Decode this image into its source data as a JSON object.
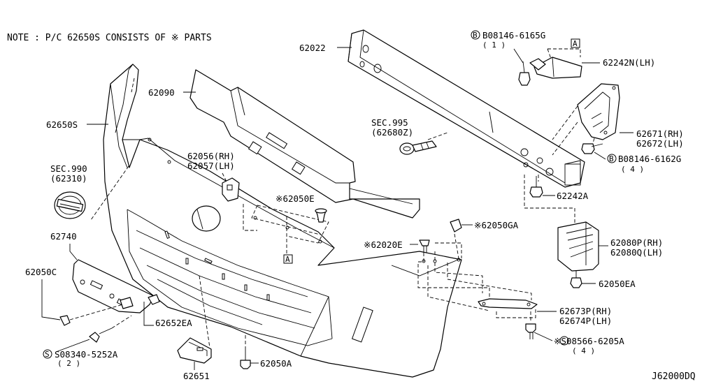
{
  "note": "NOTE : P/C 62650S CONSISTS OF  ※ PARTS",
  "diagram_code": "J62000DQ",
  "ref_marker": "A",
  "labels": {
    "p62022": "62022",
    "p08146_6165g": "B08146-6165G",
    "p08146_6165g_qty": "( 1 )",
    "p62242n": "62242N(LH)",
    "p62090": "62090",
    "p62650s": "62650S",
    "sec995": "SEC.995",
    "sec995_part": "(62680Z)",
    "p62671": "62671(RH)",
    "p62672": "62672(LH)",
    "p08146_6162g": "B08146-6162G",
    "p08146_6162g_qty": "( 4 )",
    "sec990": "SEC.990",
    "sec990_part": "(62310)",
    "p62056": "62056(RH)",
    "p62057": "62057(LH)",
    "p62050e": "※62050E",
    "p62242a": "62242A",
    "p62740": "62740",
    "p62050ga": "※62050GA",
    "p62020e": "※62020E",
    "p62080p": "62080P(RH)",
    "p62080q": "62080Q(LH)",
    "p62050c": "62050C",
    "p62050ea": "62050EA",
    "p62673p": "62673P(RH)",
    "p62674p": "62674P(LH)",
    "p62652ea": "62652EA",
    "p08566_6205a": "※S08566-6205A",
    "p08566_6205a_qty": "( 4 )",
    "p08340_5252a": "S08340-5252A",
    "p08340_5252a_qty": "( 2 )",
    "p62050a": "62050A",
    "p62651": "62651"
  }
}
